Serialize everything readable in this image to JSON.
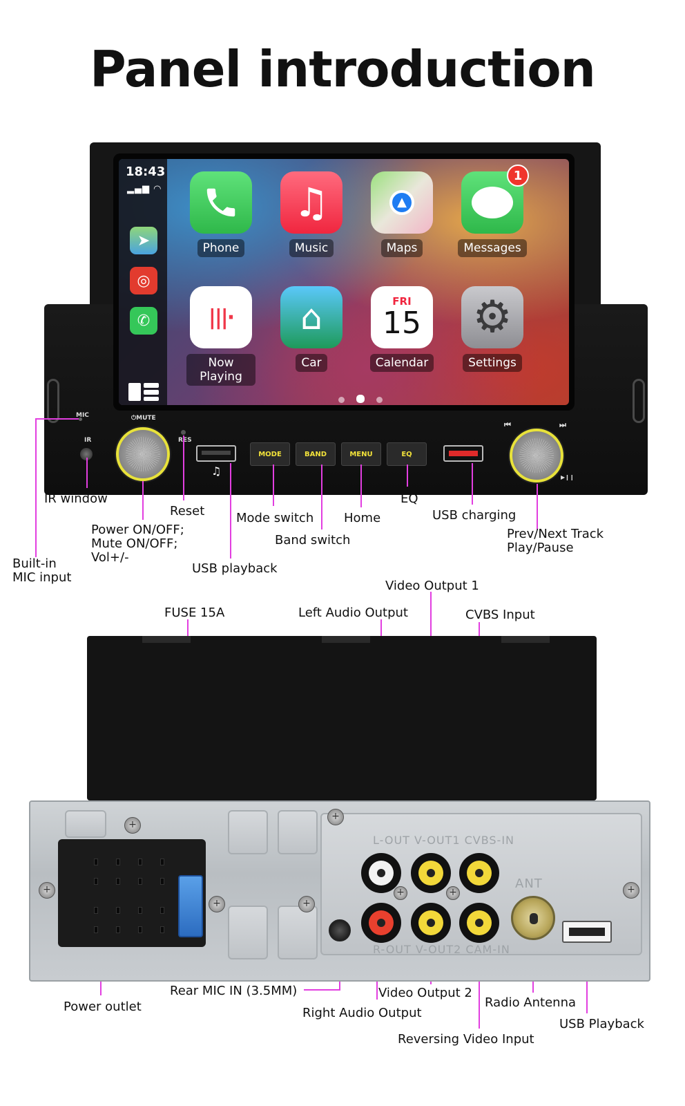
{
  "title": "Panel introduction",
  "screen": {
    "time": "18:43",
    "apps": [
      {
        "label": "Phone",
        "icon": "phone-app-icon"
      },
      {
        "label": "Music",
        "icon": "music-app-icon"
      },
      {
        "label": "Maps",
        "icon": "maps-app-icon"
      },
      {
        "label": "Messages",
        "icon": "messages-app-icon",
        "badge": "1"
      },
      {
        "label": "Now Playing",
        "icon": "now-playing-app-icon"
      },
      {
        "label": "Car",
        "icon": "car-app-icon"
      },
      {
        "label": "Calendar",
        "icon": "calendar-app-icon",
        "day": "FRI",
        "date": "15"
      },
      {
        "label": "Settings",
        "icon": "settings-app-icon"
      }
    ]
  },
  "front_panel": {
    "mic_label": "MIC",
    "mute_label": "⏻MUTE",
    "ir_label": "IR",
    "res_label": "RES",
    "buttons": [
      "MODE",
      "BAND",
      "MENU",
      "EQ"
    ],
    "prev_symbol": "⏮",
    "next_symbol": "⏭",
    "play_pause_symbol": "▶❙❙",
    "music_symbol": "♫"
  },
  "front_callouts": {
    "ir_window": "IR window",
    "reset": "Reset",
    "mode_switch": "Mode switch",
    "home": "Home",
    "eq": "EQ",
    "usb_charging": "USB charging",
    "power": [
      "Power ON/OFF;",
      "Mute ON/OFF;",
      "Vol+/-"
    ],
    "band_switch": "Band switch",
    "prev_next": [
      "Prev/Next Track",
      "Play/Pause"
    ],
    "mic_input": [
      "Built-in",
      "MIC input"
    ],
    "usb_playback": "USB playback"
  },
  "rear_callouts": {
    "video_output_1": "Video Output 1",
    "fuse": "FUSE 15A",
    "left_audio": "Left Audio Output",
    "cvbs_input": "CVBS Input",
    "rear_mic": "Rear MIC IN (3.5MM)",
    "video_output_2": "Video Output 2",
    "radio_antenna": "Radio Antenna",
    "power_outlet": "Power outlet",
    "right_audio": "Right Audio Output",
    "usb_playback": "USB Playback",
    "reversing_video": "Reversing Video Input"
  },
  "rear_engraving": {
    "top_row": "L-OUT  V-OUT1  CVBS-IN",
    "bottom_row": "R-OUT  V-OUT2  CAM-IN",
    "ant": "ANT"
  },
  "colors": {
    "callout_line": "#e23ee0",
    "knob_ring": "#e8e23a",
    "button_text": "#f2e23a"
  }
}
